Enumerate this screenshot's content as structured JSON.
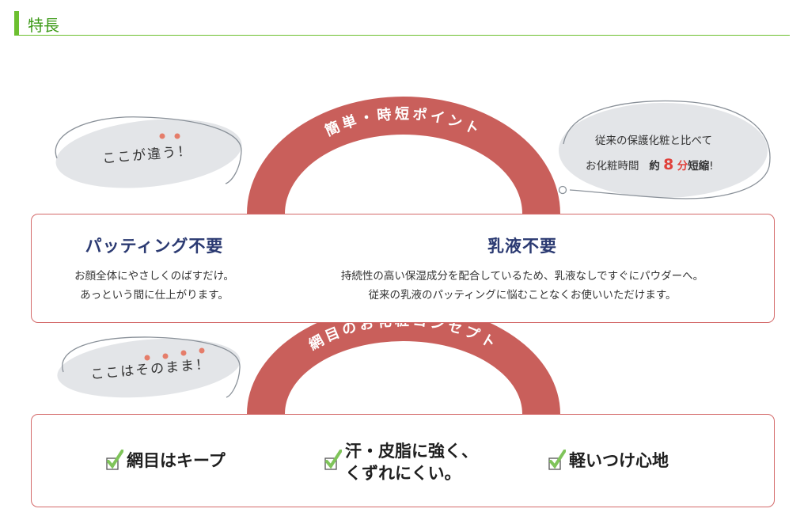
{
  "section": {
    "title": "特長"
  },
  "top": {
    "bubble_label": "ここが違う！",
    "arc_label": "簡単・時短ポイント",
    "note_line1": "従来の保護化粧と比べて",
    "note_line2_pre": "お化粧時間",
    "note_line2_mid": "約",
    "note_number": "8",
    "note_unit": "分",
    "note_suffix": "短縮",
    "note_excl": "!",
    "items": [
      {
        "title": "パッティング不要",
        "lines": [
          "お顔全体にやさしくのばすだけ。",
          "あっという間に仕上がります。"
        ]
      },
      {
        "title": "乳液不要",
        "lines": [
          "持続性の高い保湿成分を配合しているため、乳液なしですぐにパウダーへ。",
          "従来の乳液のパッティングに悩むことなくお使いいただけます。"
        ]
      }
    ]
  },
  "bottom": {
    "bubble_label": "ここはそのまま！",
    "arc_label": "網目のお化粧コンセプト",
    "features": [
      {
        "lines": [
          "網目はキープ"
        ]
      },
      {
        "lines": [
          "汗・皮脂に強く、",
          "くずれにくい。"
        ]
      },
      {
        "lines": [
          "軽いつけ心地"
        ]
      }
    ]
  },
  "colors": {
    "accent_green": "#6cbf2f",
    "header_text": "#3d9a18",
    "arc_red": "#c95f5b",
    "title_navy": "#2b3a72",
    "bubble_gray": "#e3e5e8",
    "number_red": "#e0403a"
  }
}
